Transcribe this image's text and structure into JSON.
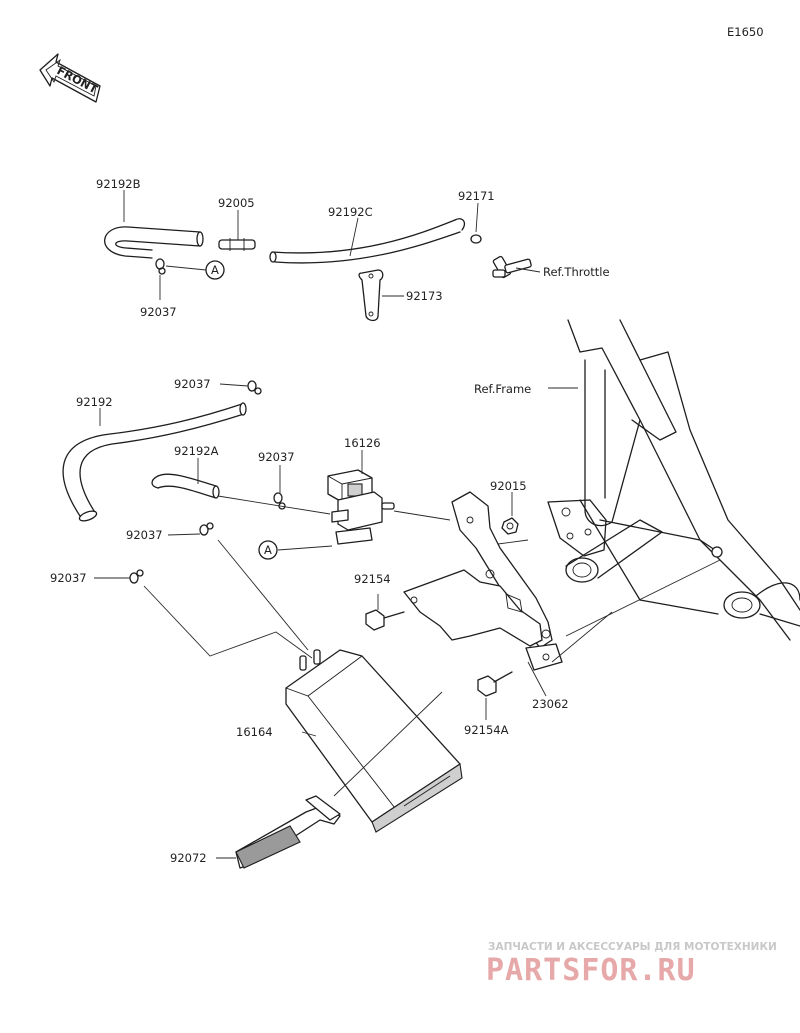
{
  "diagram": {
    "code": "E1650",
    "front_label": "FRONT",
    "callout": "A",
    "parts": {
      "p92192B": "92192B",
      "p92005": "92005",
      "p92192C": "92192C",
      "p92171": "92171",
      "p92037": "92037",
      "p92173": "92173",
      "p92192": "92192",
      "p92192A": "92192A",
      "p16126": "16126",
      "p92015": "92015",
      "p92154": "92154",
      "p92154A": "92154A",
      "p23062": "23062",
      "p16164": "16164",
      "p92072": "92072"
    },
    "refs": {
      "throttle": "Ref.Throttle",
      "frame": "Ref.Frame"
    }
  },
  "watermark": {
    "tagline": "ЗАПЧАСТИ И АКСЕССУАРЫ ДЛЯ МОТОТЕХНИКИ",
    "logo": "PARTSFOR.RU"
  }
}
